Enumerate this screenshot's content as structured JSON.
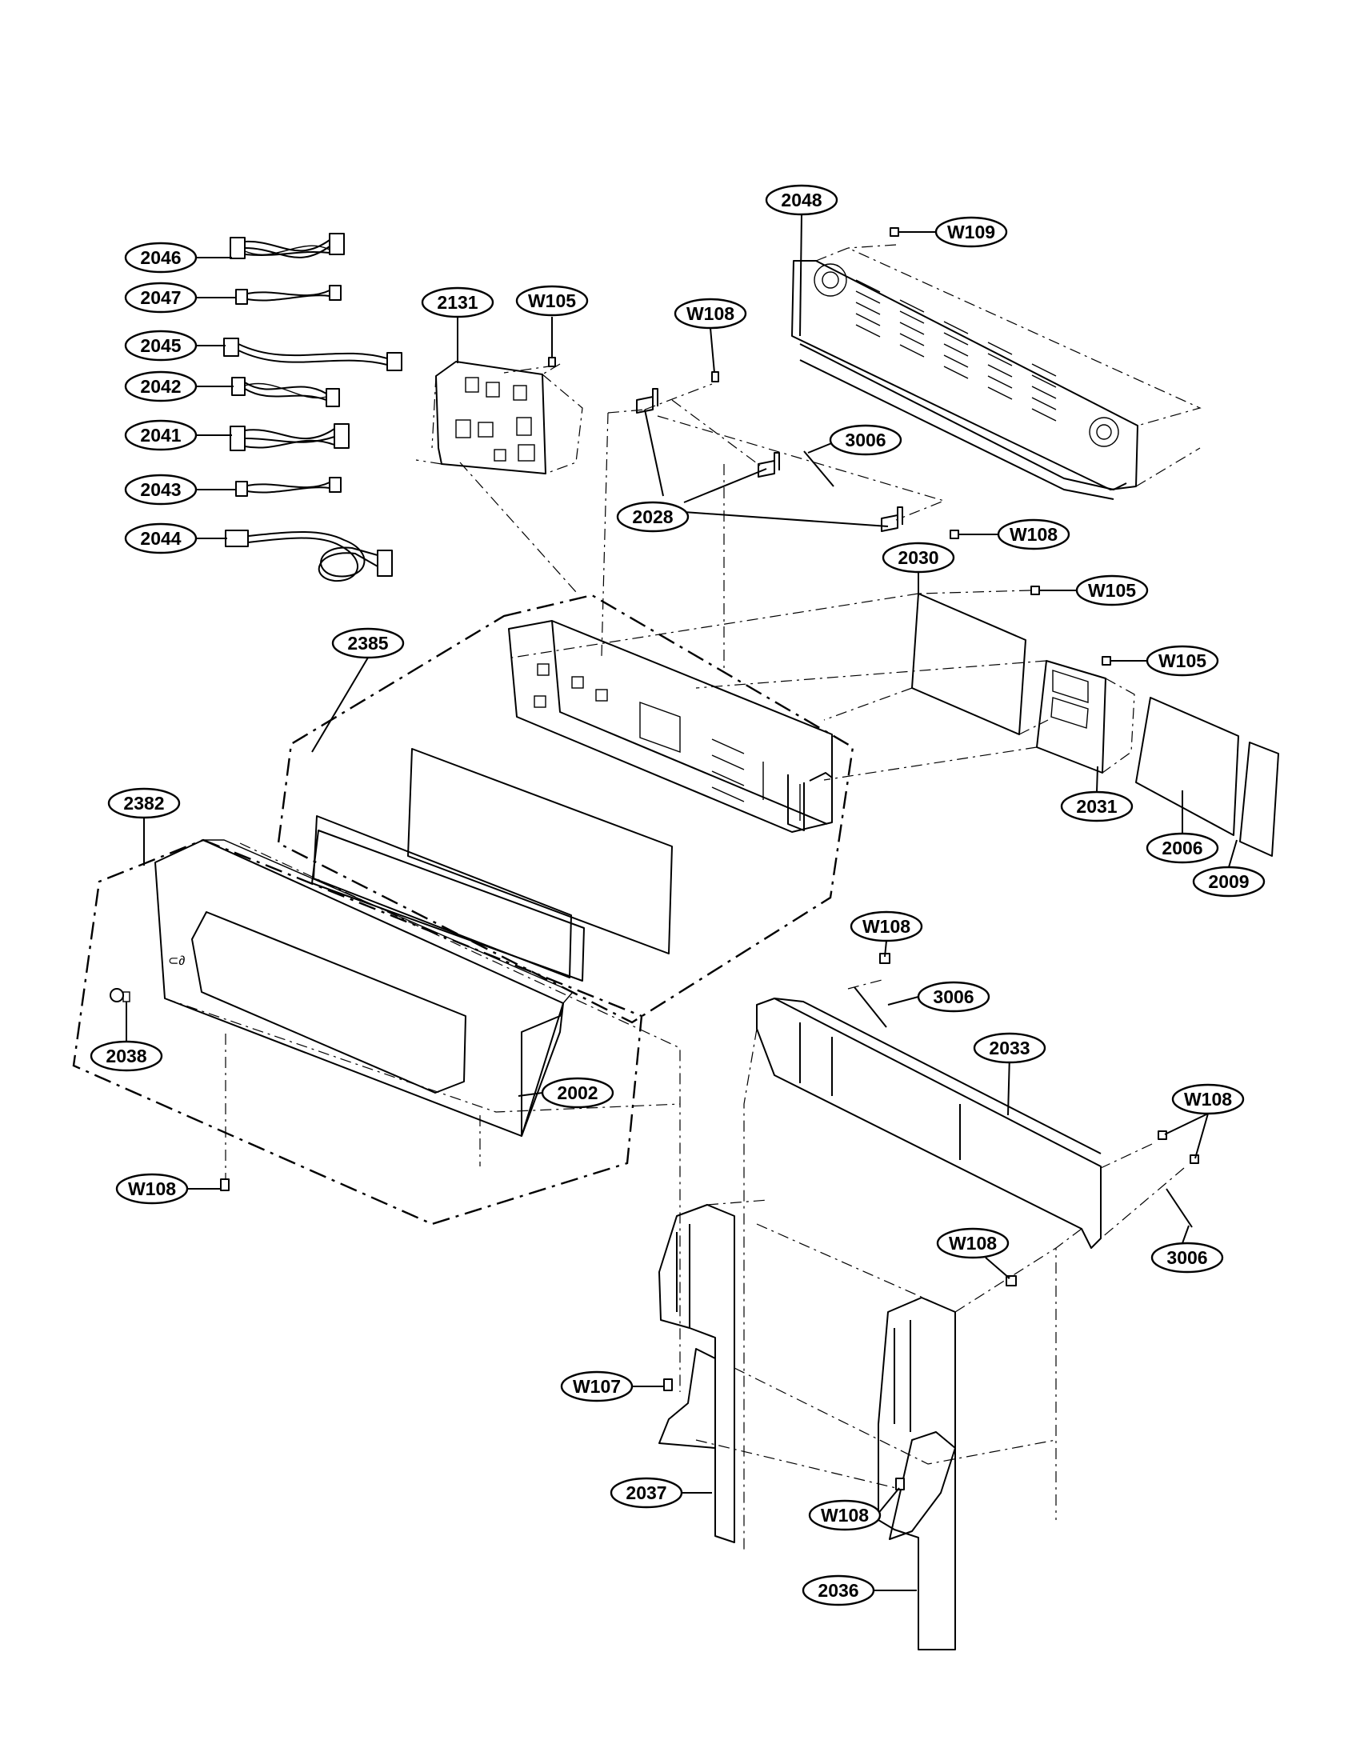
{
  "callouts": {
    "p2046": "2046",
    "p2047": "2047",
    "p2045": "2045",
    "p2042": "2042",
    "p2041": "2041",
    "p2043": "2043",
    "p2044": "2044",
    "p2131": "2131",
    "w105_top": "W105",
    "w108_top": "W108",
    "p2048": "2048",
    "w109": "W109",
    "p3006_top": "3006",
    "p2028": "2028",
    "w108_mid": "W108",
    "p2030": "2030",
    "w105_mid": "W105",
    "w105_right": "W105",
    "p2385": "2385",
    "p2031": "2031",
    "p2006": "2006",
    "p2009": "2009",
    "p2382": "2382",
    "p2038": "2038",
    "p2002": "2002",
    "w108_left": "W108",
    "w108_center": "W108",
    "p3006_mid": "3006",
    "p2033": "2033",
    "w108_right": "W108",
    "p3006_right": "3006",
    "w108_lower": "W108",
    "w107": "W107",
    "p2037": "2037",
    "w108_bottom": "W108",
    "p2036": "2036"
  }
}
